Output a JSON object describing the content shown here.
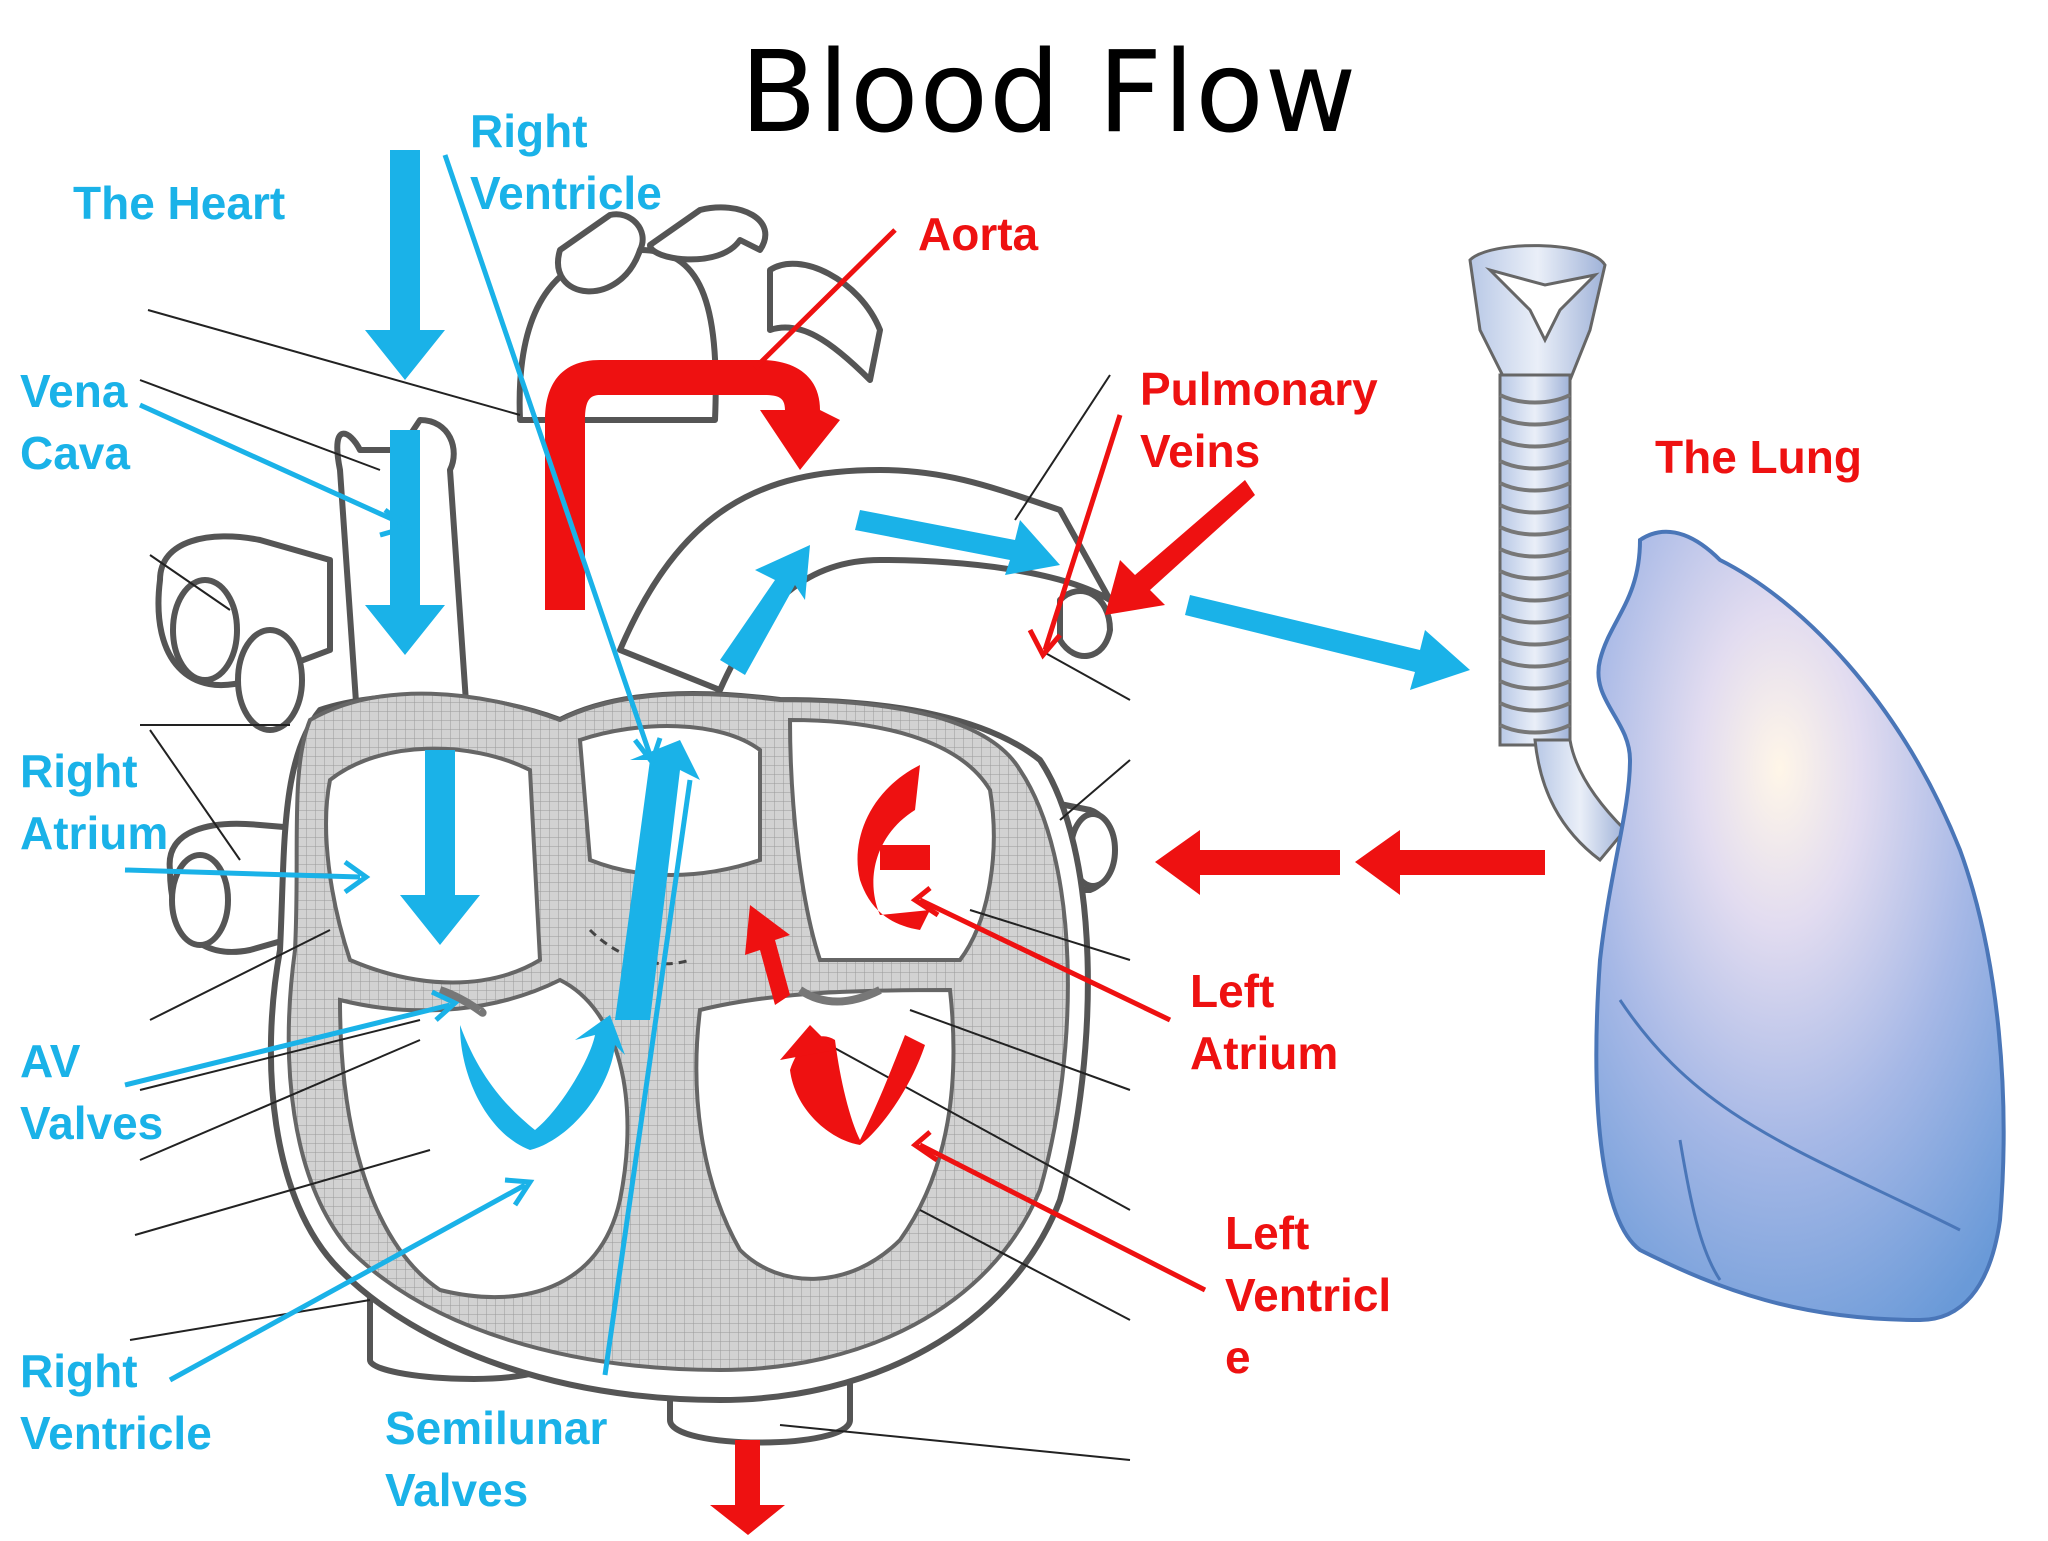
{
  "title": "Blood Flow",
  "colors": {
    "blue": "#1ab2e8",
    "red": "#ee1111",
    "outline": "#555555",
    "lung_top": "#e6e6f5",
    "lung_bottom": "#6a9ad8"
  },
  "labels": {
    "the_heart": "The Heart",
    "right_ventricle_top": "Right\nVentricle",
    "vena_cava": "Vena\nCava",
    "right_atrium": "Right\nAtrium",
    "av_valves": "AV\nValves",
    "right_ventricle_bottom": "Right\nVentricle",
    "semilunar_valves": "Semilunar\nValves",
    "aorta": "Aorta",
    "pulmonary_veins": "Pulmonary\nVeins",
    "the_lung": "The Lung",
    "left_atrium": "Left\nAtrium",
    "left_ventricle": "Left\nVentricl\ne"
  }
}
